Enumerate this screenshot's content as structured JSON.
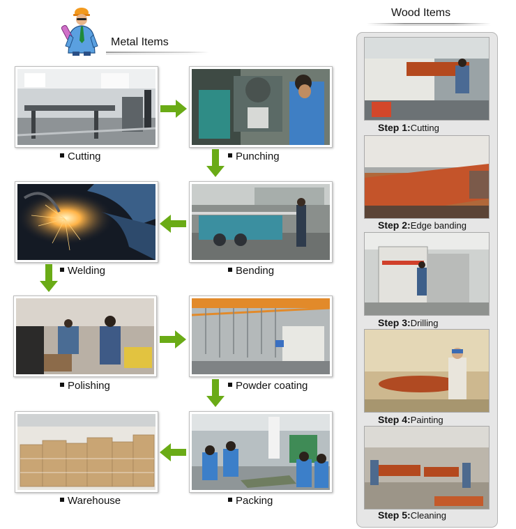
{
  "metal": {
    "title": "Metal Items",
    "steps": [
      {
        "label": "Cutting"
      },
      {
        "label": "Punching"
      },
      {
        "label": "Bending"
      },
      {
        "label": "Welding"
      },
      {
        "label": "Polishing"
      },
      {
        "label": "Powder coating"
      },
      {
        "label": "Packing"
      },
      {
        "label": "Warehouse"
      }
    ]
  },
  "wood": {
    "title": "Wood Items",
    "steps": [
      {
        "lead": "Step 1:",
        "label": "Cutting"
      },
      {
        "lead": "Step 2:",
        "label": "Edge banding"
      },
      {
        "lead": "Step 3:",
        "label": "Drilling"
      },
      {
        "lead": "Step 4:",
        "label": "Painting"
      },
      {
        "lead": "Step 5:",
        "label": "Cleaning"
      }
    ]
  },
  "colors": {
    "arrow": "#6aab16",
    "panel": "#e6e6e6"
  }
}
